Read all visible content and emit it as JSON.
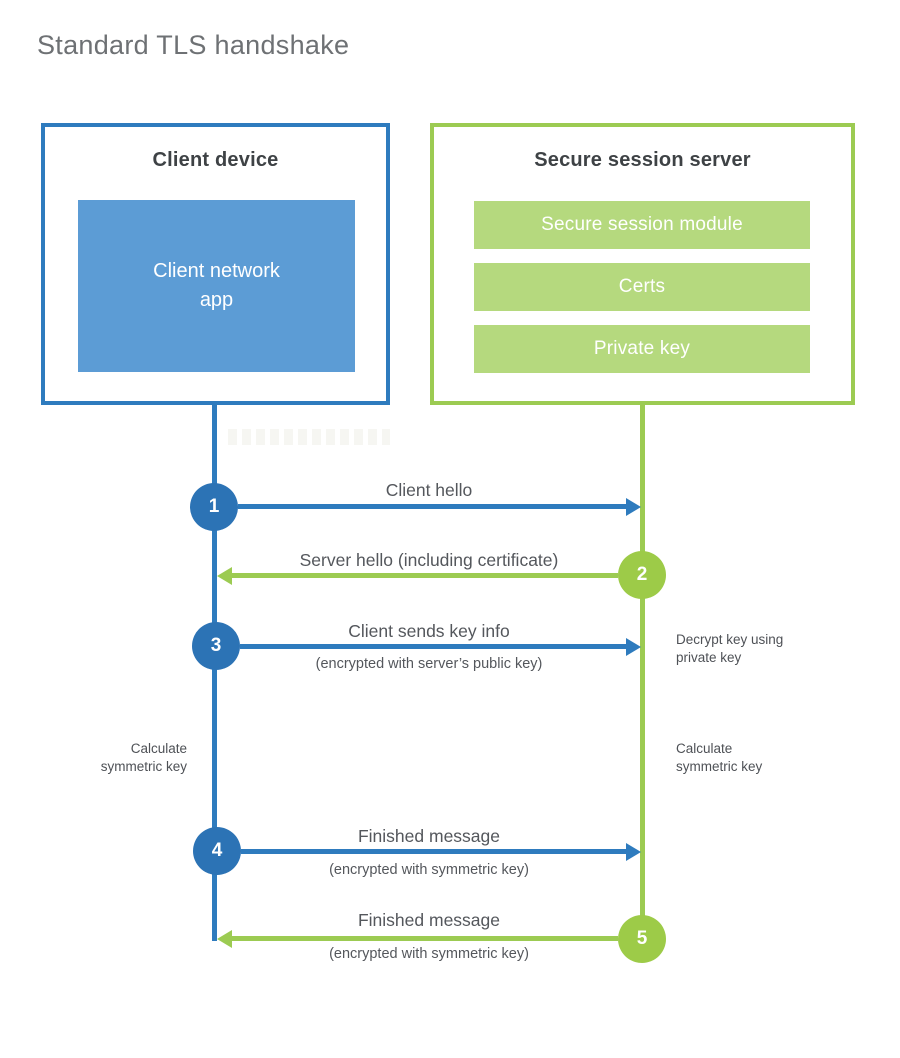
{
  "page": {
    "title": "Standard TLS handshake"
  },
  "client": {
    "title": "Client device",
    "app_label": "Client network\napp",
    "colors": {
      "border": "#2E7BBE",
      "fill": "#5C9CD5",
      "circle": "#2C73B5"
    }
  },
  "server": {
    "title": "Secure session server",
    "modules": [
      {
        "label": "Secure session module"
      },
      {
        "label": "Certs"
      },
      {
        "label": "Private key"
      }
    ],
    "colors": {
      "border": "#9CCB52",
      "fill": "#B5D97E",
      "circle": "#9DCB48"
    }
  },
  "sequence": {
    "steps": [
      {
        "num": "1",
        "label": "Client hello",
        "sub": "",
        "direction": "client-to-server"
      },
      {
        "num": "2",
        "label": "Server hello (including certificate)",
        "sub": "",
        "direction": "server-to-client"
      },
      {
        "num": "3",
        "label": "Client sends key info",
        "sub": "(encrypted with server’s public key)",
        "direction": "client-to-server"
      },
      {
        "num": "4",
        "label": "Finished message",
        "sub": "(encrypted with symmetric key)",
        "direction": "client-to-server"
      },
      {
        "num": "5",
        "label": "Finished message",
        "sub": "(encrypted with symmetric key)",
        "direction": "server-to-client"
      }
    ],
    "annotations": {
      "decrypt": "Decrypt key using\nprivate key",
      "calc_left": "Calculate\nsymmetric key",
      "calc_right": "Calculate\nsymmetric key"
    }
  }
}
